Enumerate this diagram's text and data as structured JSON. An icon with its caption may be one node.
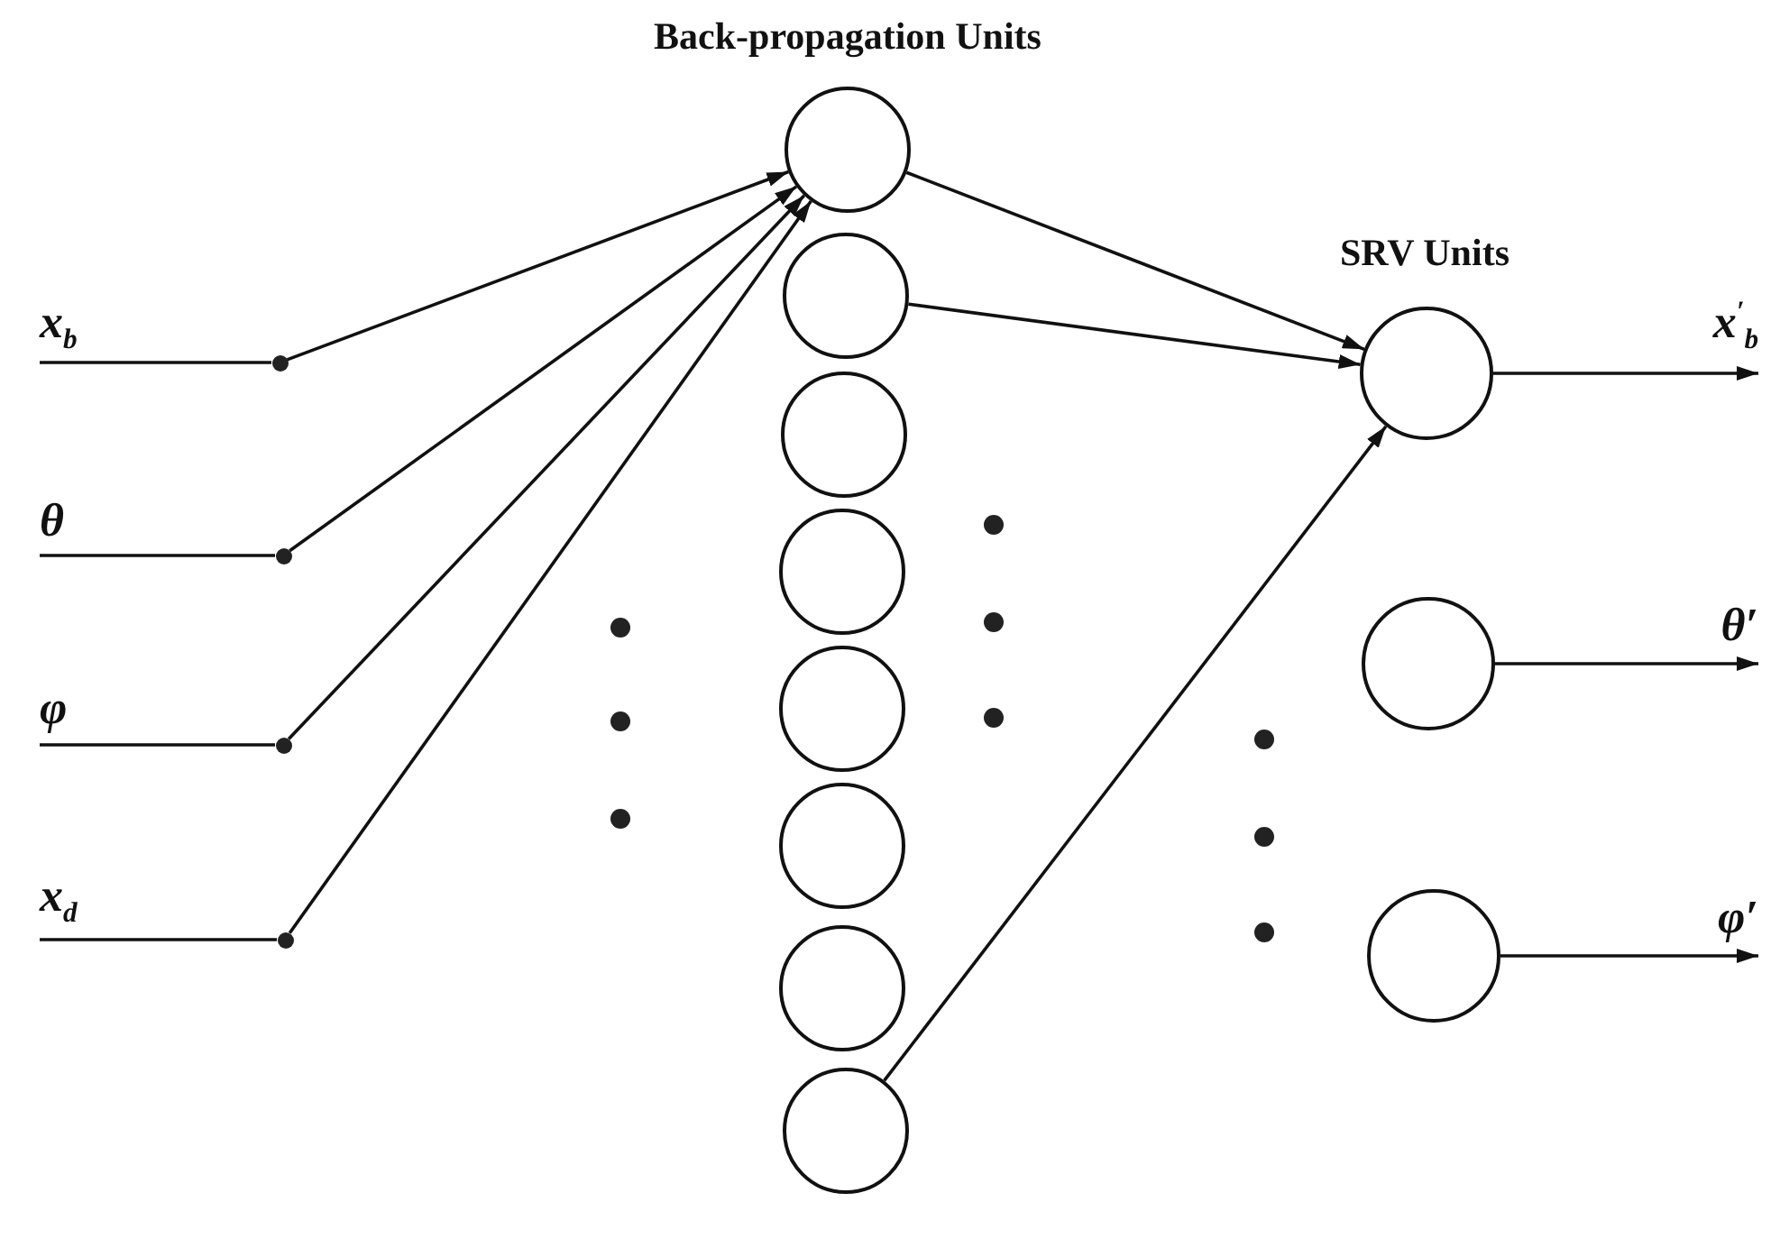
{
  "diagram": {
    "nodes": [
      {
        "text": [
          "x$_{b}$"
        ]
      },
      {
        "text": [
          "θ"
        ]
      },
      {
        "text": [
          "φ"
        ]
      },
      {
        "text": [
          "x$_{d}$"
        ]
      },
      {
        "text": [],
        "shape": "dot"
      },
      {
        "text": [],
        "shape": "dot"
      },
      {
        "text": [],
        "shape": "dot"
      },
      {
        "text": [],
        "shape": "dot"
      },
      {
        "text": [],
        "shape": "circle"
      },
      {
        "text": [],
        "shape": "circle"
      },
      {
        "text": [],
        "shape": "circle"
      },
      {
        "text": [],
        "shape": "circle"
      },
      {
        "text": [],
        "shape": "circle"
      },
      {
        "text": [],
        "shape": "circle"
      },
      {
        "text": [],
        "shape": "circle"
      },
      {
        "text": [],
        "shape": "circle"
      },
      {
        "text": [],
        "shape": "circle"
      },
      {
        "text": [],
        "shape": "circle"
      },
      {
        "text": [],
        "shape": "circle"
      },
      {
        "text": [
          "x$^{′}$$_{b}$"
        ]
      },
      {
        "text": [
          "θ′"
        ]
      },
      {
        "text": [
          "φ′"
        ]
      }
    ],
    "edges": [
      {
        "from": 0,
        "to": 4,
        "arrow": "none"
      },
      {
        "from": 1,
        "to": 5,
        "arrow": "none"
      },
      {
        "from": 2,
        "to": 6,
        "arrow": "none"
      },
      {
        "from": 3,
        "to": 7,
        "arrow": "none"
      },
      {
        "from": 4,
        "to": 8,
        "arrow": "to"
      },
      {
        "from": 5,
        "to": 8,
        "arrow": "to"
      },
      {
        "from": 6,
        "to": 8,
        "arrow": "to"
      },
      {
        "from": 7,
        "to": 8,
        "arrow": "to"
      },
      {
        "from": 8,
        "to": 16,
        "arrow": "to"
      },
      {
        "from": 9,
        "to": 16,
        "arrow": "to"
      },
      {
        "from": 15,
        "to": 16,
        "arrow": "to"
      },
      {
        "from": 16,
        "to": 19,
        "arrow": "to"
      },
      {
        "from": 17,
        "to": 20,
        "arrow": "to"
      },
      {
        "from": 18,
        "to": 21,
        "arrow": "to"
      }
    ],
    "labels": [
      "Back-propagation Units",
      "SRV Units"
    ]
  }
}
